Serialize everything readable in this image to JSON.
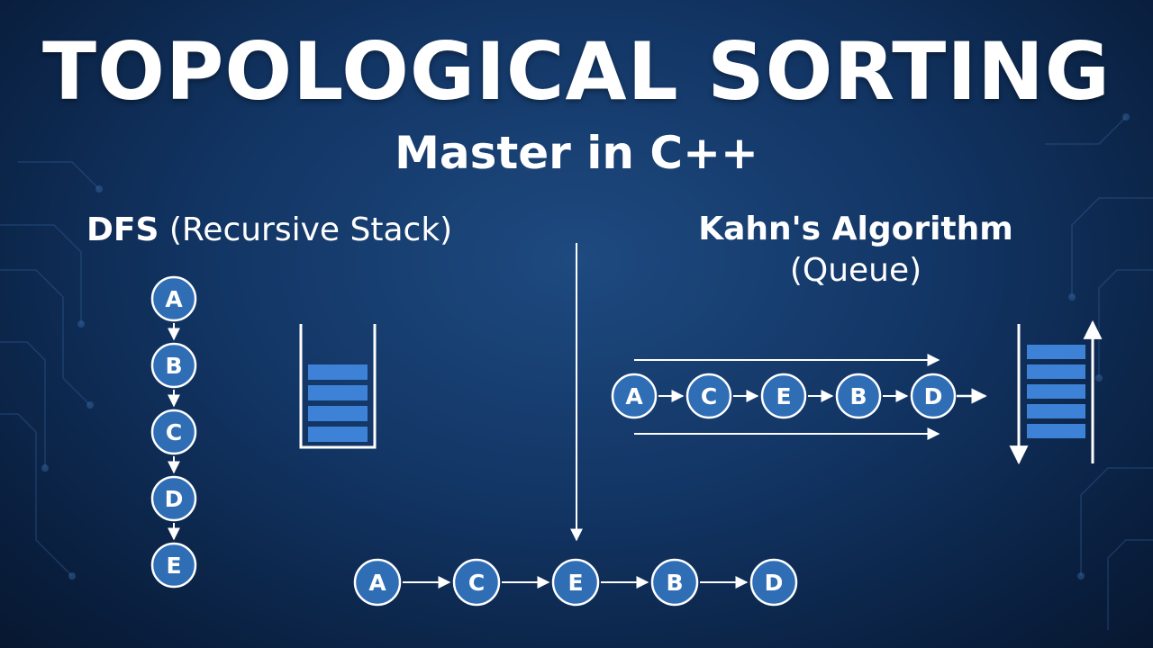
{
  "title": "TOPOLOGICAL SORTING",
  "subtitle": "Master in C++",
  "dfs": {
    "heading_bold": "DFS",
    "heading_rest": "(Recursive Stack)",
    "chain": [
      "A",
      "B",
      "C",
      "D",
      "E"
    ]
  },
  "kahn": {
    "heading": "Kahn's Algorithm",
    "subheading": "(Queue)",
    "chain": [
      "A",
      "C",
      "E",
      "B",
      "D"
    ]
  },
  "result": {
    "chain": [
      "A",
      "C",
      "E",
      "B",
      "D"
    ]
  },
  "colors": {
    "node_fill": "#2f6db5",
    "node_stroke": "#ffffff",
    "stack_block": "#3d82d6",
    "arrow": "#ffffff"
  }
}
